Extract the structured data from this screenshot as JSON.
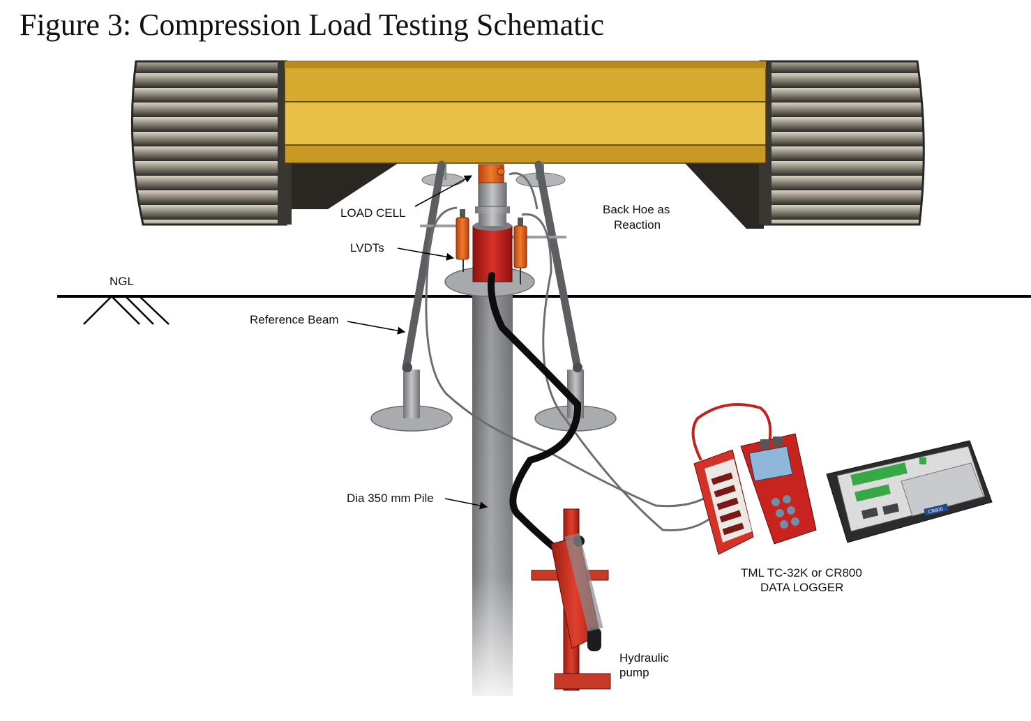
{
  "title": "Figure 3: Compression Load Testing Schematic",
  "labels": {
    "load_cell": "LOAD CELL",
    "lvdts": "LVDTs",
    "back_hoe_line1": "Back Hoe as",
    "back_hoe_line2": "Reaction",
    "ngl": "NGL",
    "reference_beam": "Reference Beam",
    "pile": "Dia 350 mm Pile",
    "logger_line1": "TML TC-32K or CR800",
    "logger_line2": "DATA LOGGER",
    "pump_line1": "Hydraulic",
    "pump_line2": "pump",
    "cr800_badge": "CR800"
  },
  "colors": {
    "beam_yellow": "#e3b93a",
    "jack_red": "#c4221c",
    "lvdt_orange": "#e2601c",
    "steel_gray": "#8b8d90",
    "logger_red": "#c8231f",
    "screen_blue": "#8fb7d9",
    "terminal_green": "#37a845"
  }
}
